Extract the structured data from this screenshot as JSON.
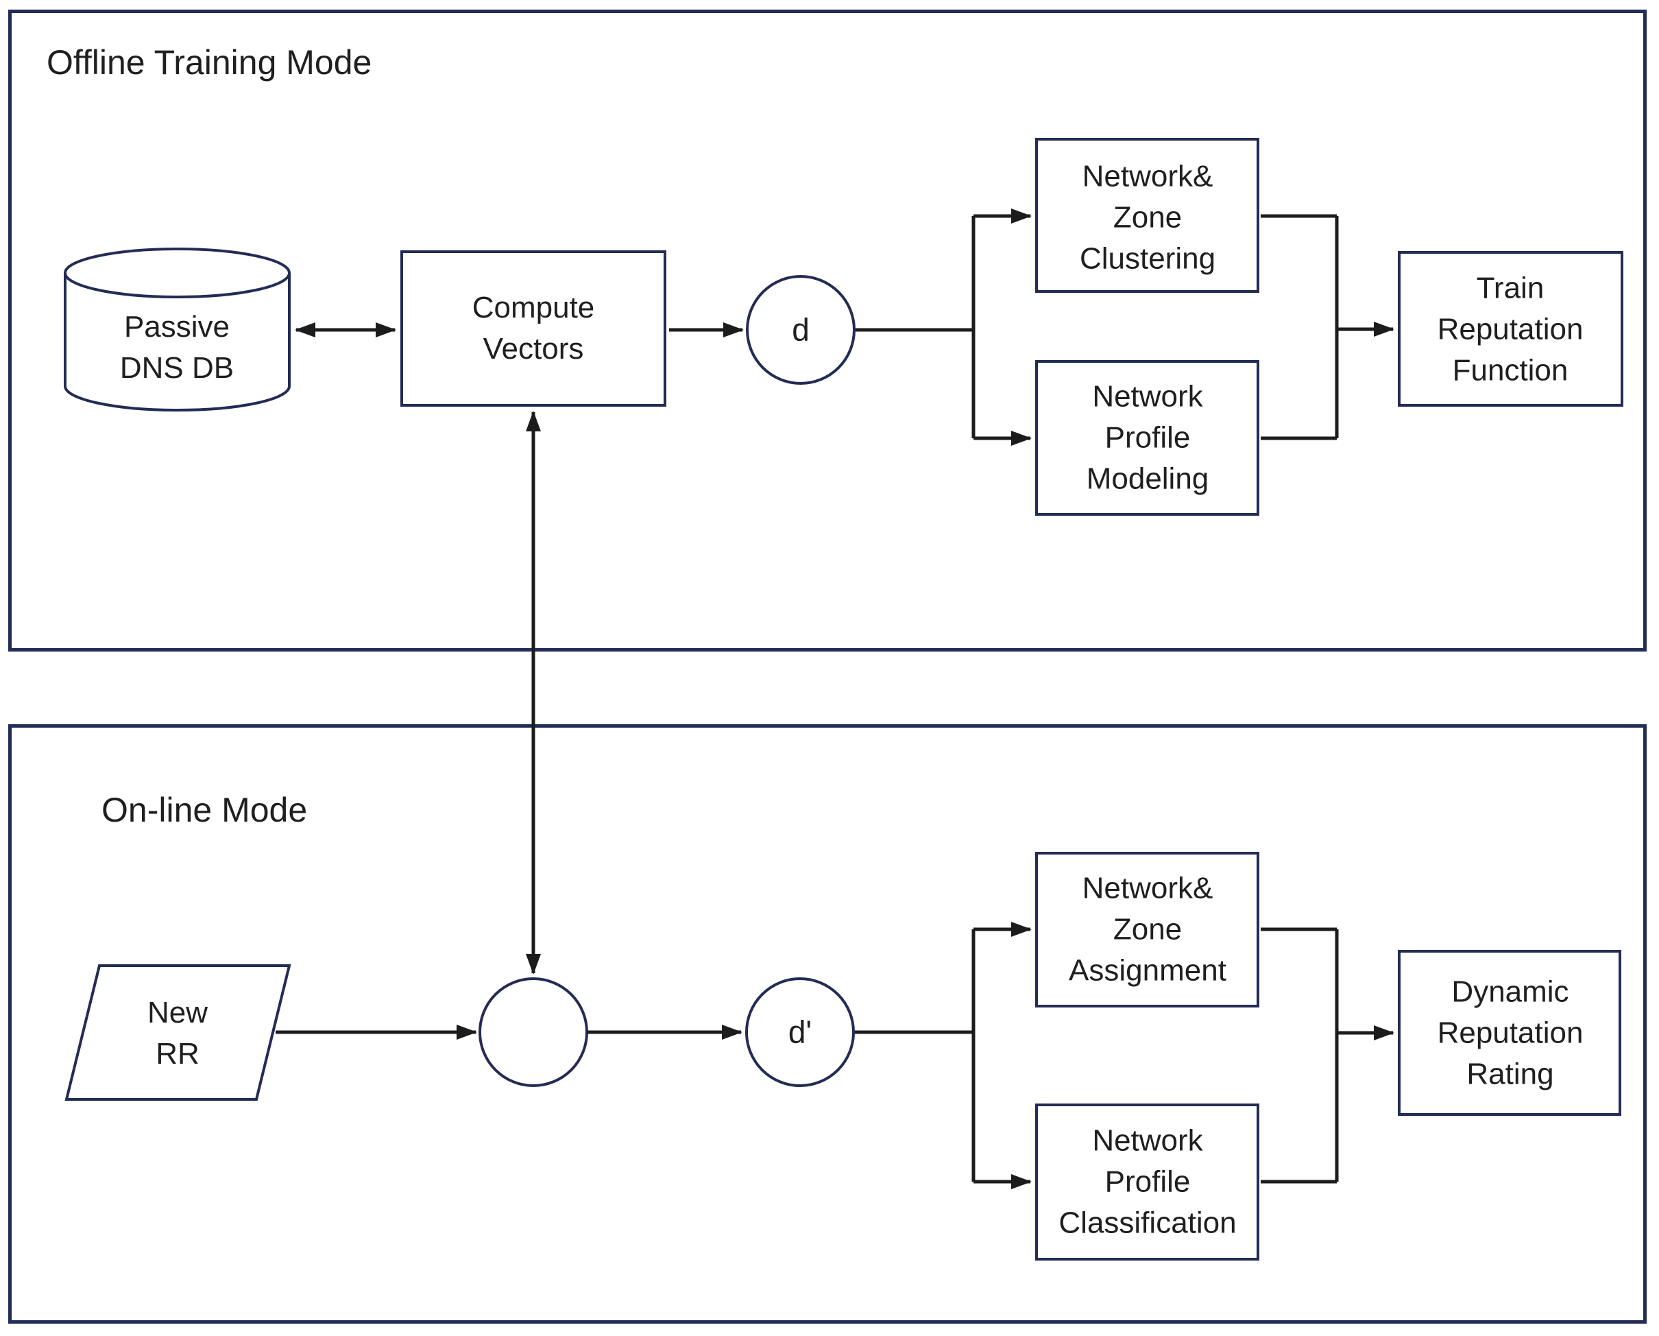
{
  "diagram": {
    "colors": {
      "border_navy": "#232c55",
      "line_black": "#1c1c1c",
      "text_black": "#1f1f1f",
      "background": "#ffffff"
    },
    "offline": {
      "title": "Offline Training Mode",
      "nodes": {
        "passive_dns_db": "Passive\nDNS DB",
        "compute_vectors": "Compute\nVectors",
        "d_circle": "d",
        "network_zone_clustering": "Network&\nZone\nClustering",
        "network_profile_modeling": "Network\nProfile\nModeling",
        "train_reputation_function": "Train\nReputation\nFunction"
      }
    },
    "online": {
      "title": "On-line Mode",
      "nodes": {
        "new_rr": "New\nRR",
        "merge_circle": "",
        "d_prime_circle": "d'",
        "network_zone_assignment": "Network&\nZone\nAssignment",
        "network_profile_classification": "Network\nProfile\nClassification",
        "dynamic_reputation_rating": "Dynamic\nReputation\nRating"
      }
    }
  }
}
